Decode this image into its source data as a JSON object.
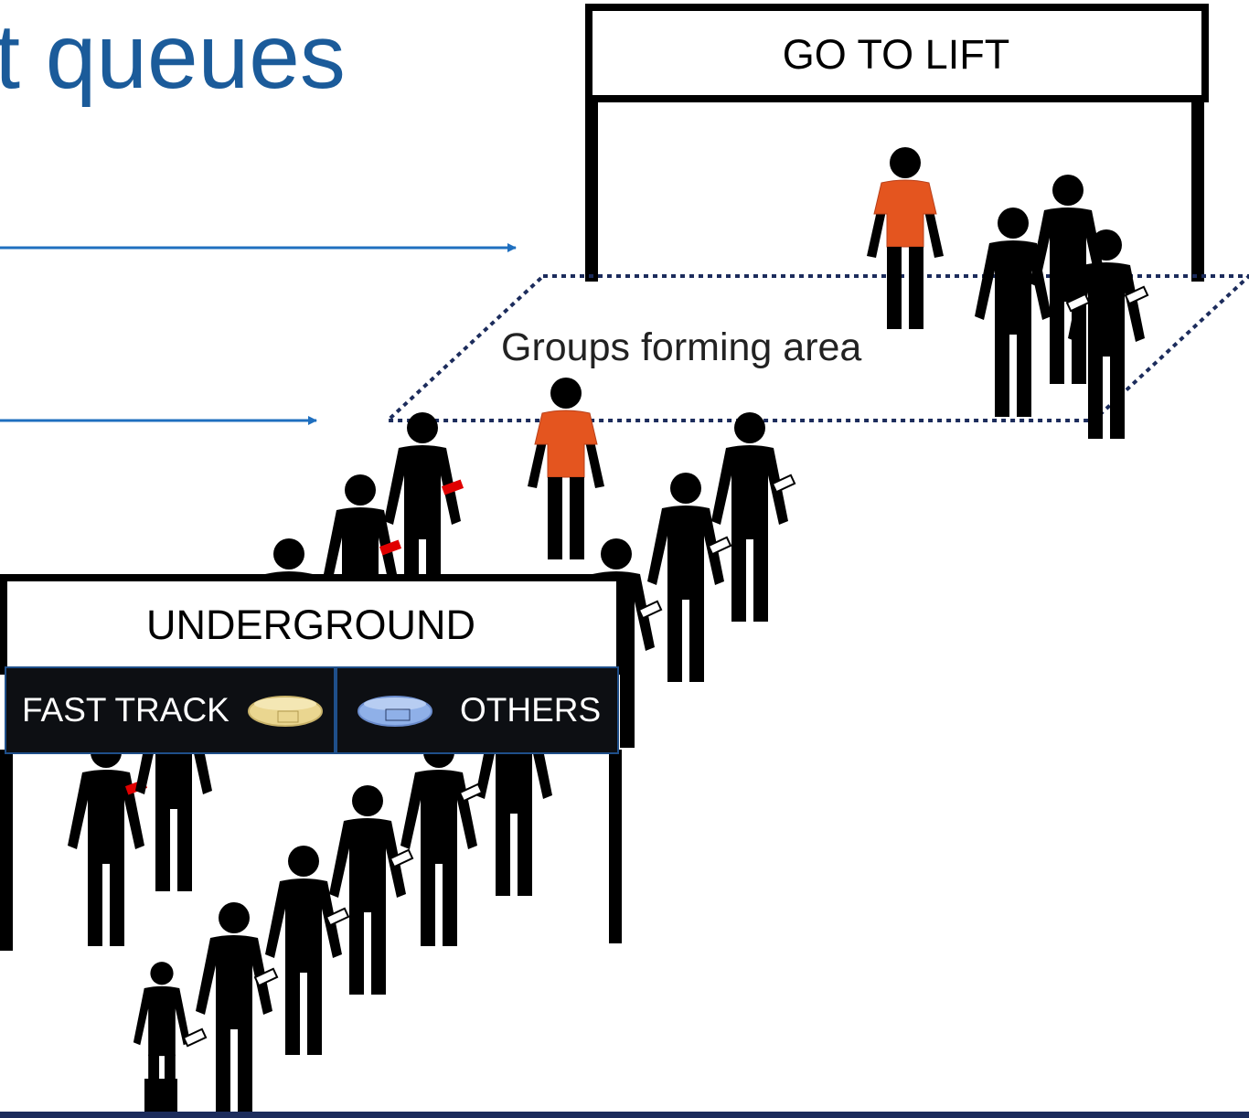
{
  "slide": {
    "title_fragment": "it queues"
  },
  "lift_sign": {
    "label": "GO TO LIFT"
  },
  "groups_area": {
    "label": "Groups forming area"
  },
  "underground_sign": {
    "label": "UNDERGROUND",
    "lanes": [
      {
        "label": "FAST TRACK",
        "wristband": "yellow-wristband-icon"
      },
      {
        "label": "OTHERS",
        "wristband": "blue-wristband-icon"
      }
    ]
  },
  "colors": {
    "title": "#1b5b9a",
    "arrow": "#1f6fbf",
    "staff_shirt": "#e4551f",
    "fast_track_band": "#e00000",
    "lane_header_bg": "#0d0f13",
    "yellow_band": "#ead690",
    "blue_band": "#8fb0e8",
    "bottom_bar": "#1c2c5c"
  }
}
